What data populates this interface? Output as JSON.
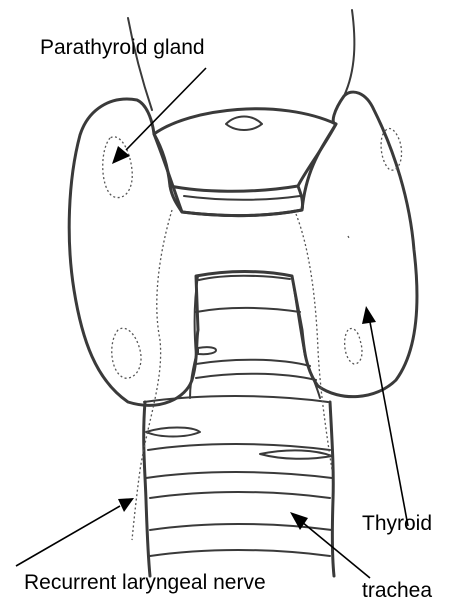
{
  "labels": {
    "parathyroid": "Parathyroid gland",
    "thyroid": "Thyroid",
    "nerve": "Recurrent laryngeal nerve",
    "trachea": "trachea"
  }
}
